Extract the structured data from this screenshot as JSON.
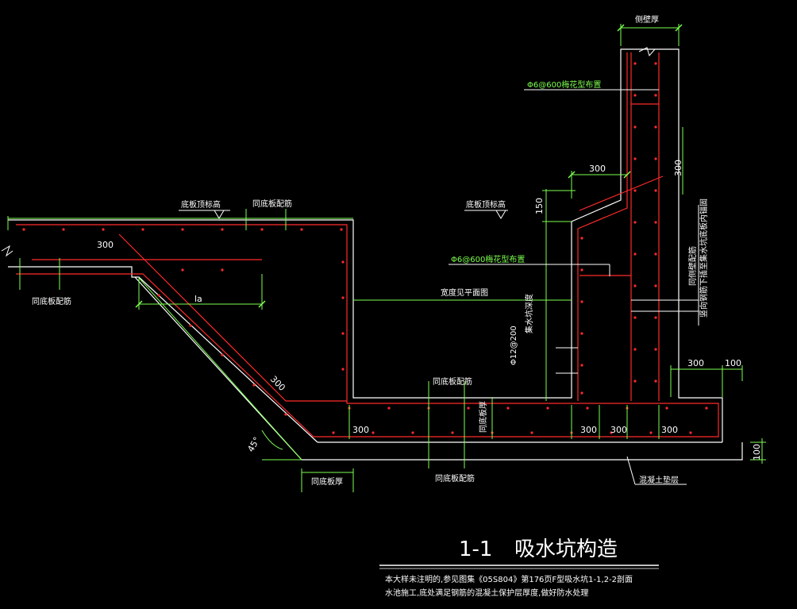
{
  "title": {
    "section": "1-1",
    "name": "吸水坑构造"
  },
  "notes": [
    "本大样未注明的,参见图集《05S804》第176页F型吸水坑1-1,2-2剖面",
    "水池施工,底处满足钢筋的混凝土保护层厚度,做好防水处理"
  ],
  "labels": {
    "side_wall_thickness": "侧壁厚",
    "tie_bar_top": "Φ6@600梅花型布置",
    "tie_bar_mid": "Φ6@600梅花型布置",
    "slab_top_elev_left": "底板顶标高",
    "slab_top_elev_right": "底板顶标高",
    "same_slab_rebar_top": "同底板配筋",
    "same_slab_rebar_left": "同底板配筋",
    "same_slab_rebar_bottom_mid": "同底板配筋",
    "same_slab_rebar_bottom": "同底板配筋",
    "same_slab_thickness_bottom": "同底板厚",
    "same_slab_thickness_vert": "同底板厚",
    "width_see_plan": "宽度见平面图",
    "sump_depth": "集水坑深度",
    "rebar_phi12": "Φ12@200",
    "lap_length": "la",
    "concrete_cushion": "混凝土垫层",
    "wall_rebar_note_1": "同侧壁配筋",
    "wall_rebar_note_2": "竖向钢筋下插至集水坑底板内锚固",
    "angle": "45°"
  },
  "dimensions": {
    "d300_top_left": "300",
    "d300_slope": "300",
    "d300_wall": "300",
    "d300_wall_vert": "300",
    "d150": "150",
    "d300_right": "300",
    "d100_right": "100",
    "d300_bottom_a": "300",
    "d300_bottom_b": "300",
    "d300_bottom_c": "300",
    "d300_bottom_d": "300",
    "d100_cushion": "100"
  },
  "colors": {
    "background": "#000000",
    "concrete": "#ffffff",
    "rebar": "#ff2a2a",
    "dimension": "#7cff4f",
    "leader": "#ffffff"
  }
}
